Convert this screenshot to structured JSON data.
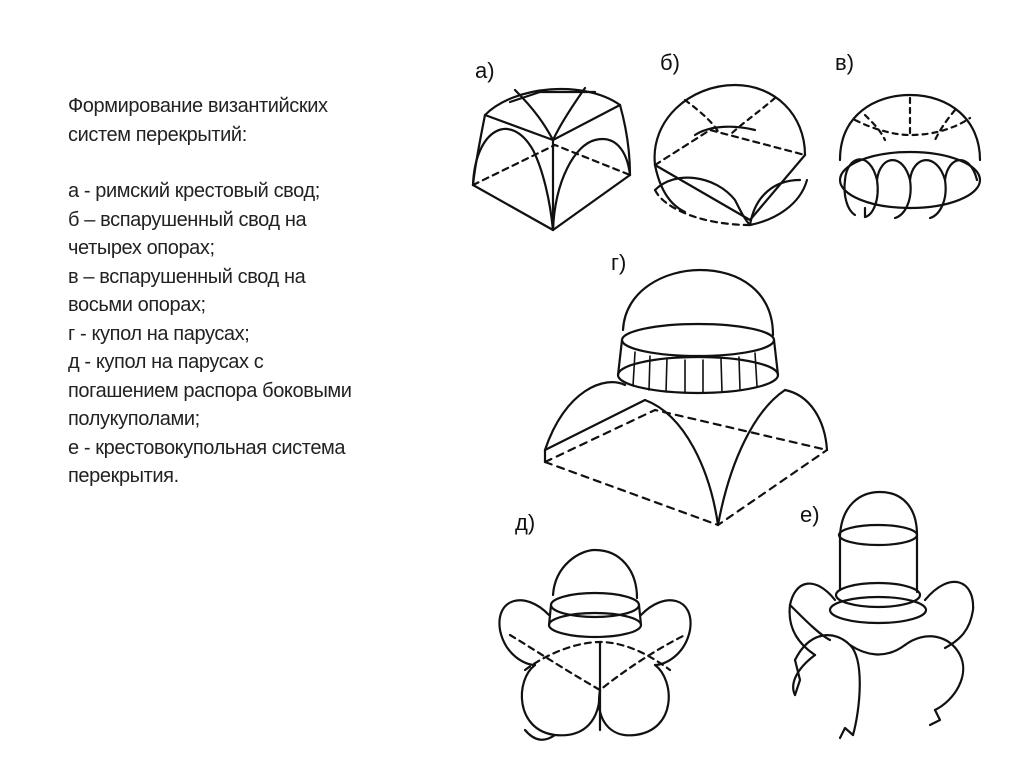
{
  "caption": {
    "title_line1": "Формирование византийских",
    "title_line2": "систем перекрытий:",
    "items": [
      "а - римский крестовый свод;",
      "б – вспарушенный свод на",
      "четырех опорах;",
      "в – вспарушенный свод на",
      "восьми опорах;",
      "г - купол на парусах;",
      "д - купол на парусах с",
      "погашением распора боковыми",
      "полукуполами;",
      "е - крестовокупольная система",
      "перекрытия."
    ]
  },
  "figure_labels": {
    "a": "а)",
    "b": "б)",
    "v": "в)",
    "g": "г)",
    "d": "д)",
    "e": "е)"
  }
}
